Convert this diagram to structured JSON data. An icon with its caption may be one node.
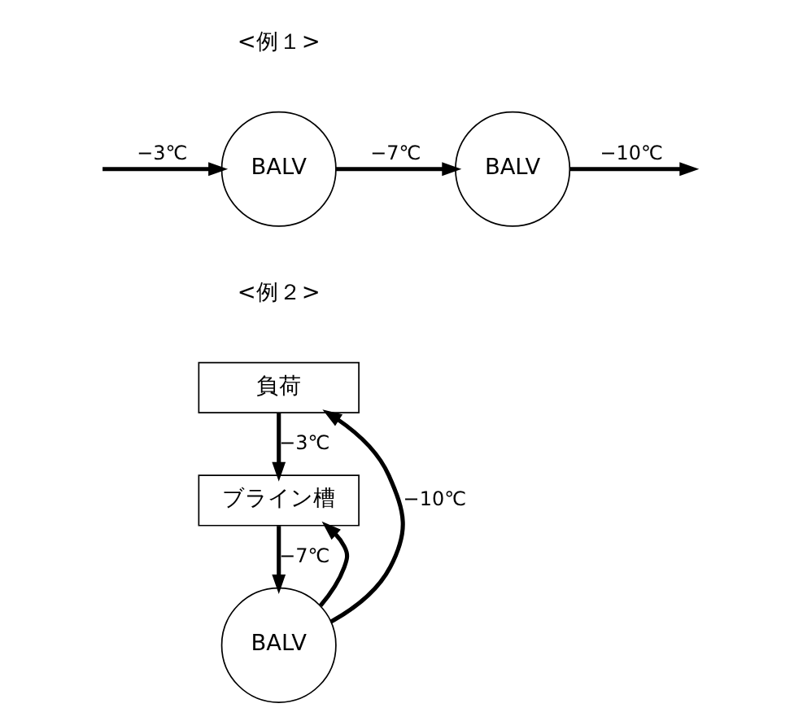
{
  "diagram": {
    "nodes": [
      {
        "text": [
          "BALV"
        ]
      },
      {
        "text": [
          "BALV"
        ]
      },
      {
        "text": [
          "負荷"
        ]
      },
      {
        "text": [
          "ブライン槽"
        ]
      },
      {
        "text": [
          "BALV"
        ]
      }
    ],
    "edges": [
      {
        "from": null,
        "to": 0,
        "arrow": "to",
        "label": "−3℃"
      },
      {
        "from": 0,
        "to": 1,
        "arrow": "to",
        "label": "−7℃"
      },
      {
        "from": 1,
        "to": null,
        "arrow": "to",
        "label": "−10℃"
      },
      {
        "from": 2,
        "to": 3,
        "arrow": "to",
        "label": "−3℃"
      },
      {
        "from": 3,
        "to": 4,
        "arrow": "to",
        "label": "−7℃"
      },
      {
        "from": 4,
        "to": 2,
        "arrow": "to",
        "label": "−10℃"
      },
      {
        "from": 4,
        "to": 3,
        "arrow": "to"
      }
    ],
    "labels": [
      "<例１>",
      "<例２>"
    ]
  }
}
